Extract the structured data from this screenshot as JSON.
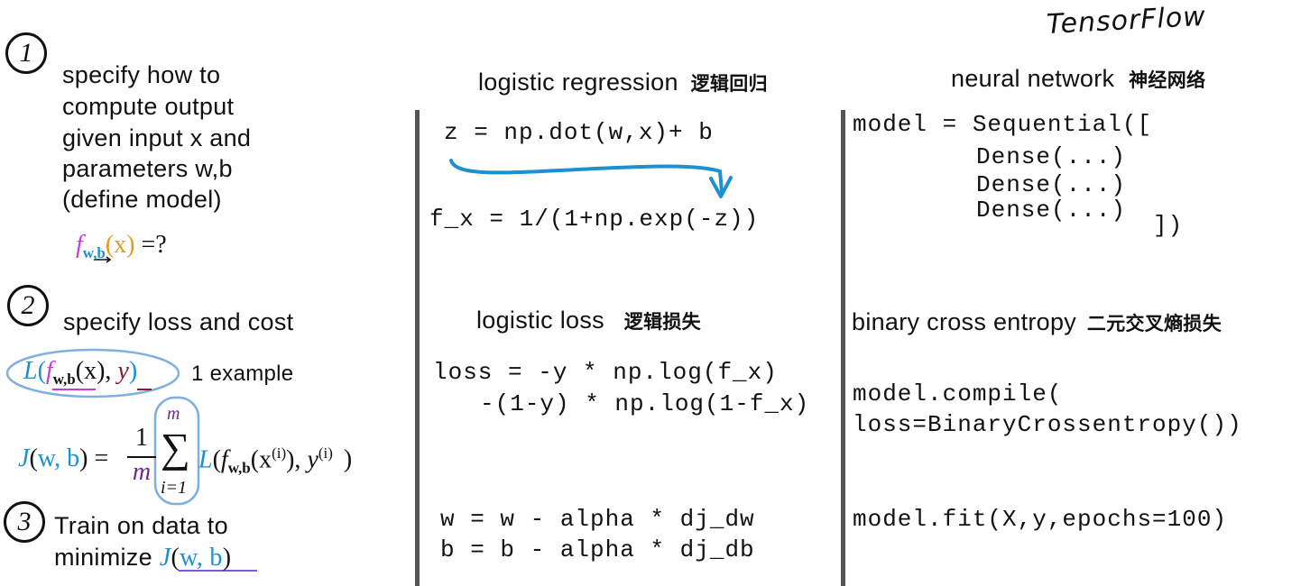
{
  "tensorflow_title": "TensorFlow",
  "steps": {
    "step1": {
      "number": "1",
      "lines": [
        "specify how to",
        "compute output",
        "given input x and",
        "parameters w,b",
        "(define model)"
      ],
      "formula": {
        "f": "f",
        "sub": "w,b",
        "x": "x",
        "rest": "=?"
      }
    },
    "step2": {
      "number": "2",
      "heading": "specify loss and cost",
      "loss_formula": {
        "L": "L",
        "f": "f",
        "sub": "w,b",
        "x": "x",
        "y": "y"
      },
      "example_label": "1 example",
      "cost_formula": {
        "J": "J",
        "args": "w, b",
        "eq": "=",
        "num": "1",
        "den": "m",
        "sum_top": "m",
        "sum_bottom": "i=1",
        "L": "L",
        "f": "f",
        "sub": "w,b",
        "x": "x",
        "xsup": "(i)",
        "y": "y",
        "ysup": "(i)"
      }
    },
    "step3": {
      "number": "3",
      "line1": "Train on data to",
      "line2": "minimize",
      "J": "J",
      "args": "w, b"
    }
  },
  "logistic_regression": {
    "title": "logistic regression",
    "title_cn": "逻辑回归",
    "code1": "z = np.dot(w,x)+ b",
    "code2": "f_x = 1/(1+np.exp(-z))"
  },
  "neural_network": {
    "title": "neural network",
    "title_cn": "神经网络",
    "code": [
      "model = Sequential([",
      "Dense(...)",
      "Dense(...)",
      "Dense(...)",
      "])"
    ]
  },
  "logistic_loss": {
    "title": "logistic loss",
    "title_cn": "逻辑损失",
    "code1": "loss = -y * np.log(f_x)",
    "code2": "-(1-y) * np.log(1-f_x)"
  },
  "binary_cross_entropy": {
    "title": "binary cross entropy",
    "title_cn": "二元交叉熵损失",
    "code1": "model.compile(",
    "code2": "loss=BinaryCrossentropy())"
  },
  "gradient_descent": {
    "code1": "w = w - alpha * dj_dw",
    "code2": "b = b - alpha * dj_db"
  },
  "fit": {
    "code": "model.fit(X,y,epochs=100)"
  },
  "colors": {
    "blue": "#1e90d0",
    "magenta": "#c93ad6",
    "orange": "#e79a1a",
    "dark_red": "#8b1a2a",
    "purple_underline": "#7a5bd6",
    "divider": "#555555"
  }
}
